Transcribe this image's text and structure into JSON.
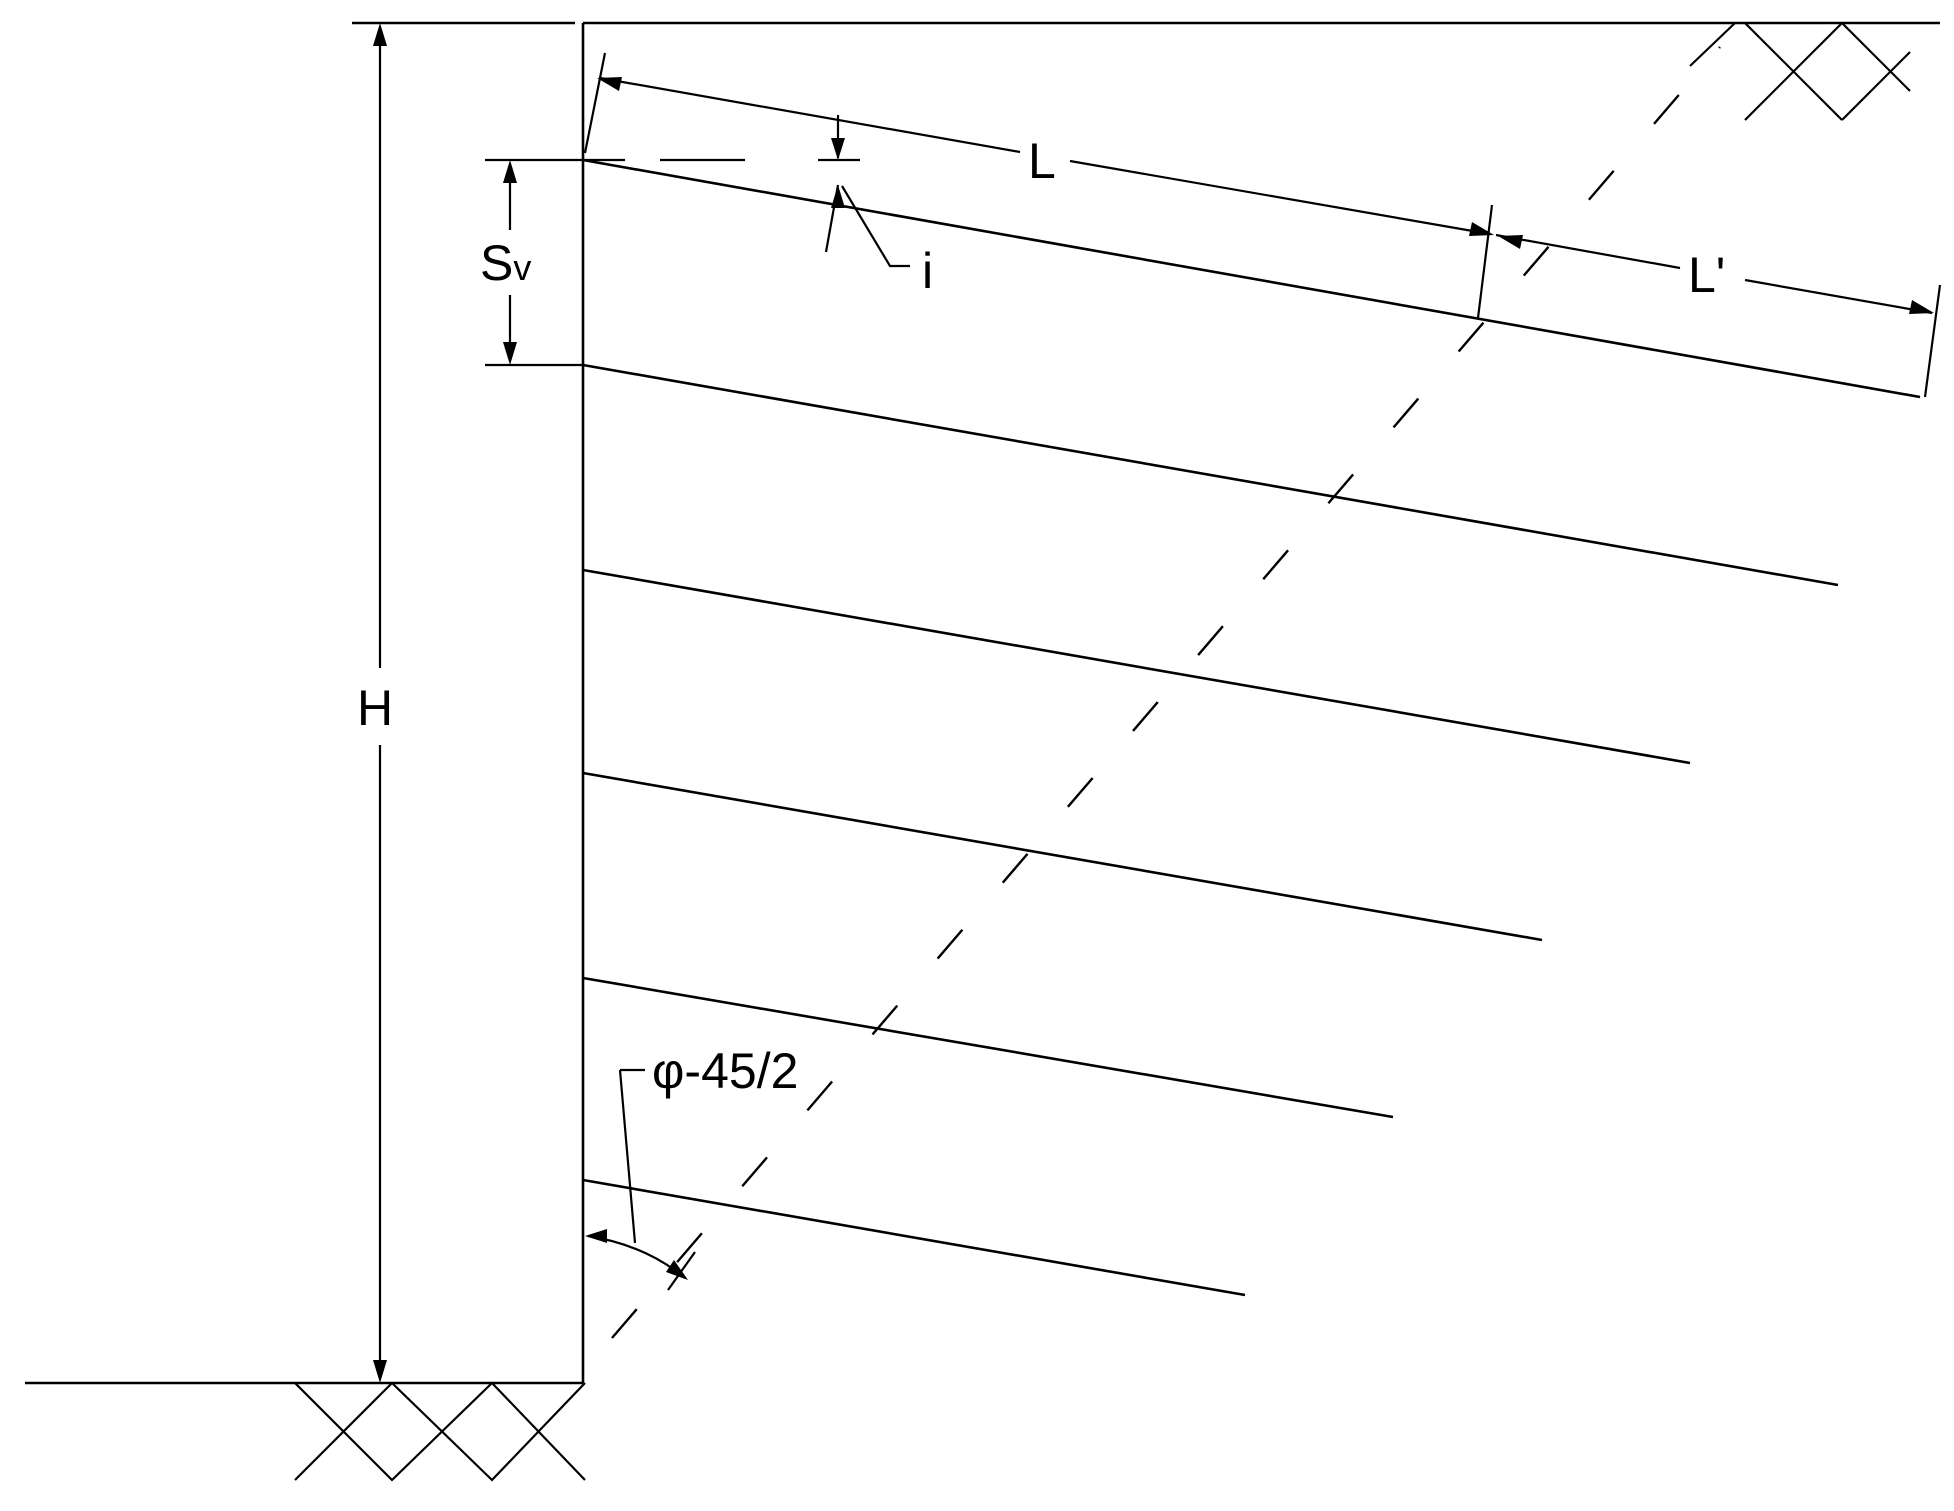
{
  "labels": {
    "length": "L",
    "length_prime": "L'",
    "spacing_main": "S",
    "spacing_sub": "v",
    "inclination": "i",
    "height": "H",
    "angle": "φ-45/2"
  },
  "nail_count": 6,
  "colors": {
    "line": "#000000",
    "background": "#ffffff"
  }
}
